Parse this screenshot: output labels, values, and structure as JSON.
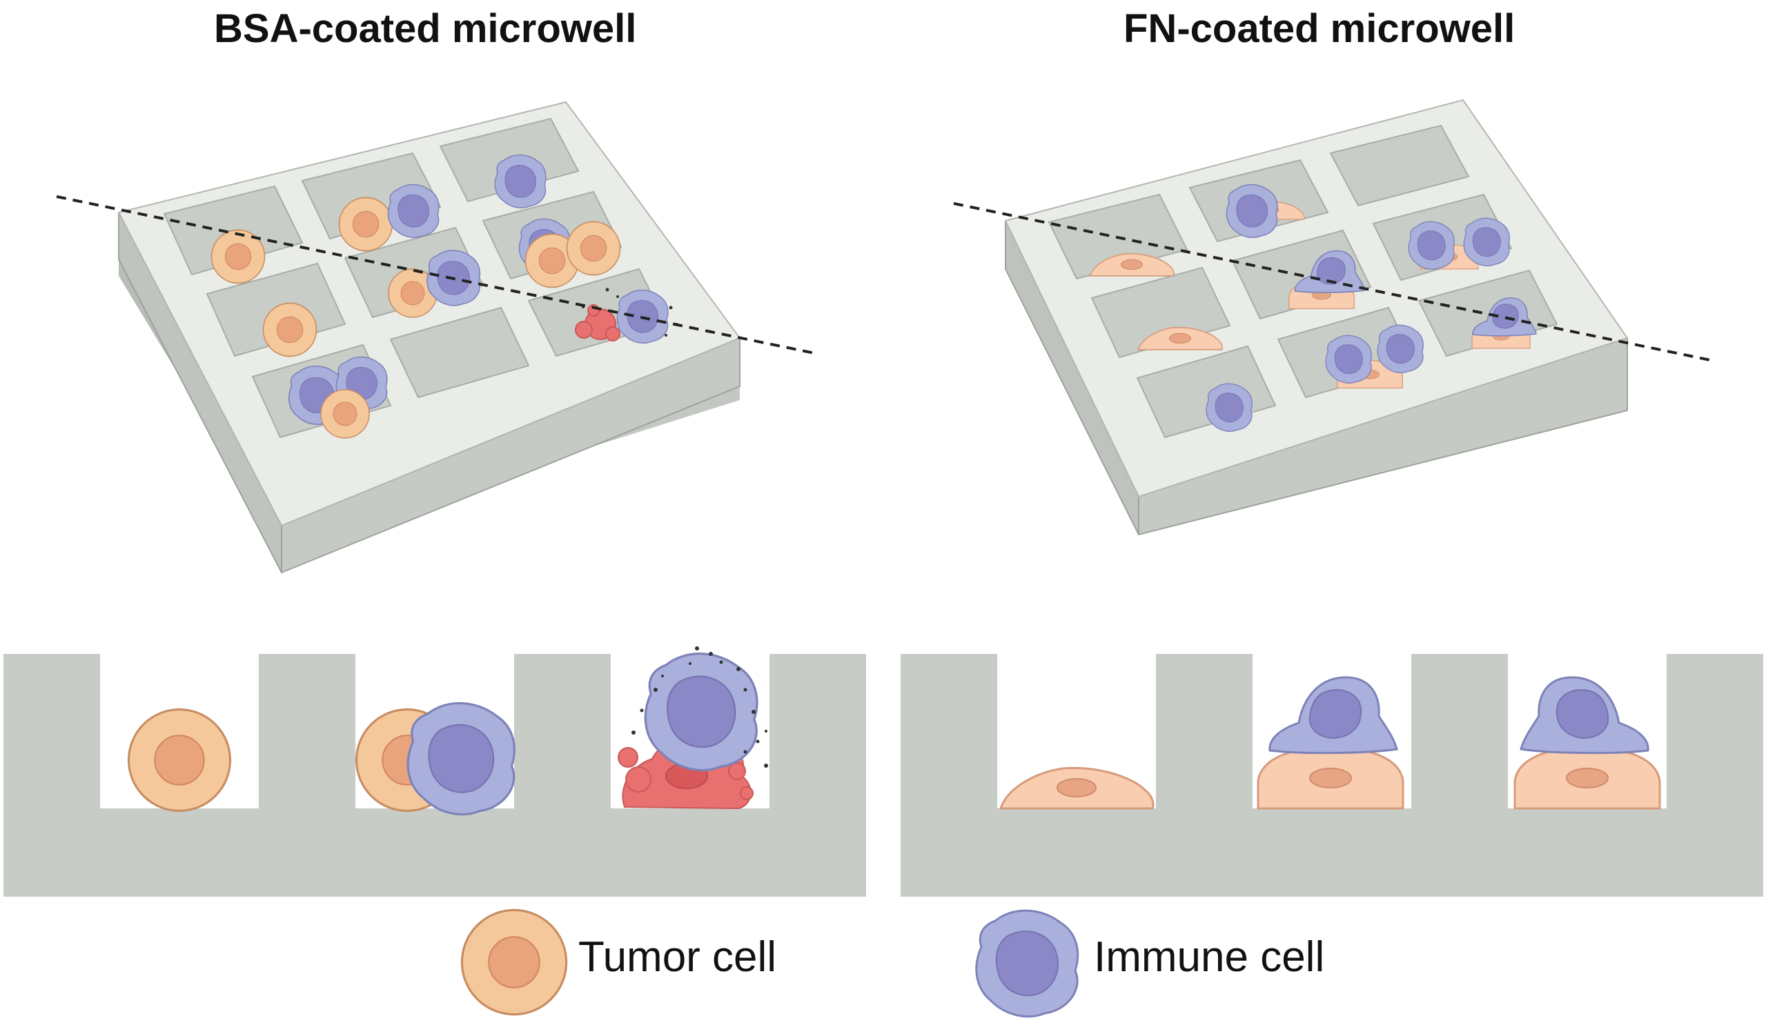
{
  "panels": {
    "left": {
      "title": "BSA-coated microwell"
    },
    "right": {
      "title": "FN-coated microwell"
    }
  },
  "legend": {
    "tumor": {
      "label": "Tumor cell"
    },
    "immune": {
      "label": "Immune cell"
    }
  },
  "colors": {
    "wall_top": "#e9ece7",
    "wall_side": "#c4c8c2",
    "well_floor": "#c9cdc7",
    "cross_section": "#c8ccc6",
    "tumor_fill": "#f5c89c",
    "tumor_nucleus": "#eaa47b",
    "tumor_flat_fill": "#f8cdb0",
    "immune_fill": "#aab0dc",
    "immune_nucleus": "#8b88c7",
    "dead_cell": "#e8706e",
    "cut_line": "#222222"
  }
}
